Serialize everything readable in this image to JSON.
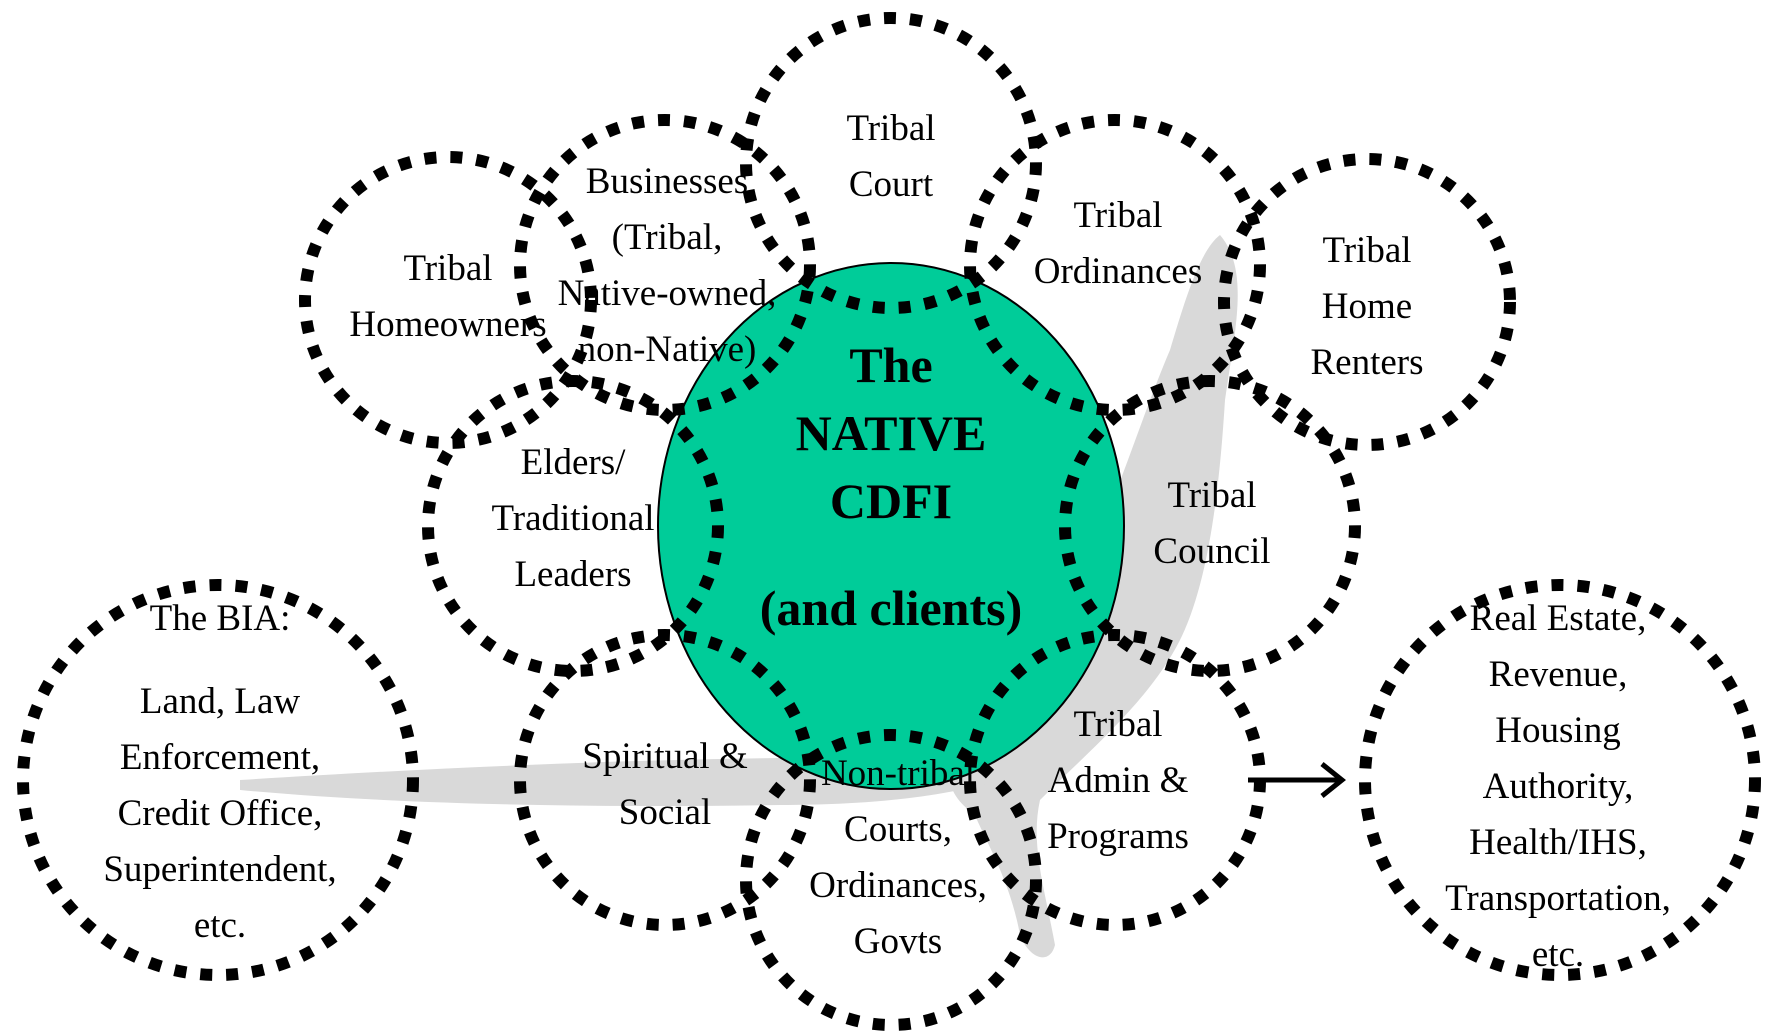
{
  "colors": {
    "center_fill": "#00cc99",
    "ring_stroke": "#000000",
    "silhouette": "#d9d9d9",
    "background": "#ffffff"
  },
  "center": {
    "lines": [
      "The",
      "NATIVE",
      "CDFI",
      "(and clients)"
    ]
  },
  "nodes": {
    "tribal_court": [
      "Tribal",
      "Court"
    ],
    "tribal_ordinances": [
      "Tribal",
      "Ordinances"
    ],
    "tribal_home_renters": [
      "Tribal",
      "Home",
      "Renters"
    ],
    "tribal_council": [
      "Tribal",
      "Council"
    ],
    "tribal_admin_programs": [
      "Tribal",
      "Admin &",
      "Programs"
    ],
    "non_tribal_courts": [
      "Non-tribal",
      "Courts,",
      "Ordinances,",
      "Govts"
    ],
    "spiritual_social": [
      "Spiritual &",
      "Social"
    ],
    "elders_leaders": [
      "Elders/",
      "Traditional",
      "Leaders"
    ],
    "tribal_homeowners": [
      "Tribal",
      "Homeowners"
    ],
    "businesses": [
      "Businesses",
      "(Tribal,",
      "Native-owned,",
      "non-Native)"
    ],
    "bia": [
      "The BIA:",
      "Land, Law",
      "Enforcement,",
      "Credit Office,",
      "Superintendent,",
      "etc."
    ],
    "real_estate": [
      "Real Estate,",
      "Revenue,",
      "Housing",
      "Authority,",
      "Health/IHS,",
      "Transportation,",
      "etc."
    ]
  },
  "icons": {
    "arrow": "right-arrow-icon",
    "background": "bird-silhouette"
  }
}
